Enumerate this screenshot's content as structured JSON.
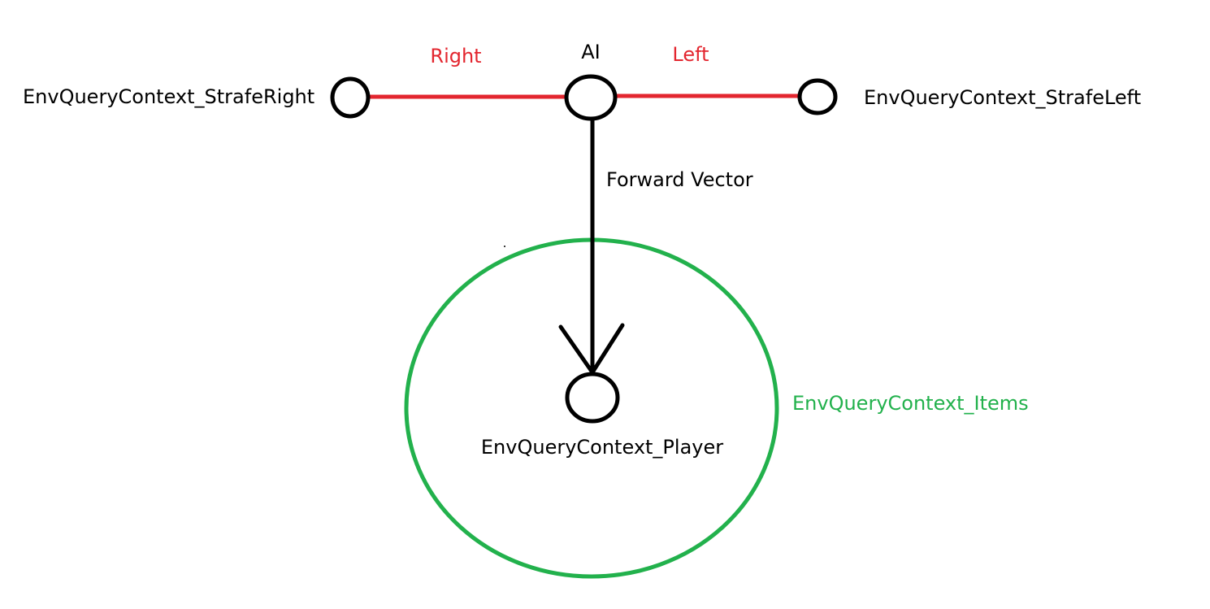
{
  "labels": {
    "ai": "AI",
    "right": "Right",
    "left": "Left",
    "strafe_right": "EnvQueryContext_StrafeRight",
    "strafe_left": "EnvQueryContext_StrafeLeft",
    "forward_vector": "Forward Vector",
    "player": "EnvQueryContext_Player",
    "items": "EnvQueryContext_Items"
  },
  "colors": {
    "strafe_line": "#e3262f",
    "strafe_label": "#e3262f",
    "items_circle": "#22b14c",
    "items_label": "#22b14c",
    "ink": "#000000"
  }
}
